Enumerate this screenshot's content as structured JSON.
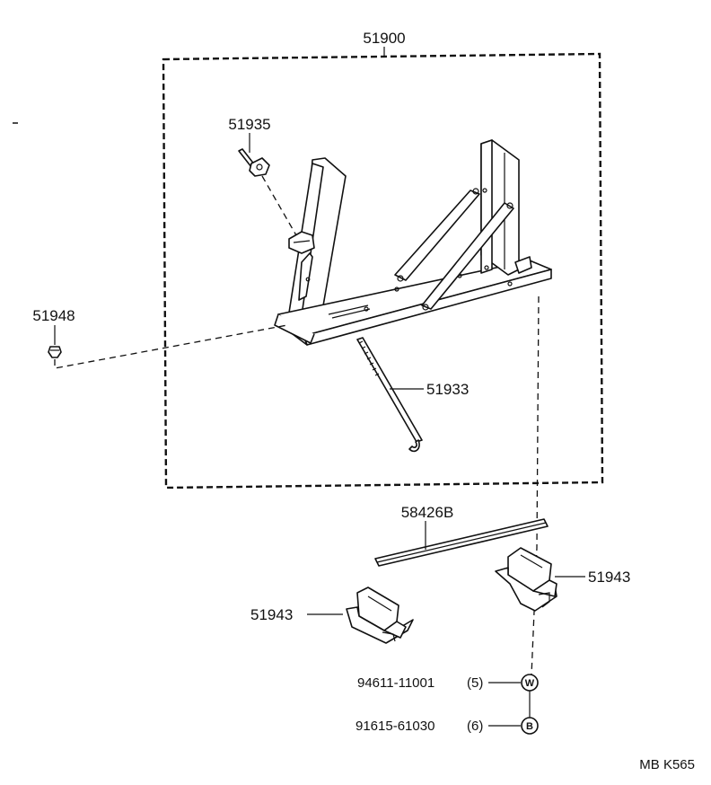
{
  "assembly": {
    "part_number": "51900"
  },
  "parts": {
    "p51935": {
      "part_number": "51935"
    },
    "p51948": {
      "part_number": "51948"
    },
    "p51933": {
      "part_number": "51933"
    },
    "p58426b": {
      "part_number": "58426B"
    },
    "p51943_right": {
      "part_number": "51943"
    },
    "p51943_left": {
      "part_number": "51943"
    }
  },
  "fasteners": [
    {
      "part_number": "94611-11001",
      "qty": "(5)",
      "symbol": "W"
    },
    {
      "part_number": "91615-61030",
      "qty": "(6)",
      "symbol": "B"
    }
  ],
  "drawing_code": "MB K565"
}
